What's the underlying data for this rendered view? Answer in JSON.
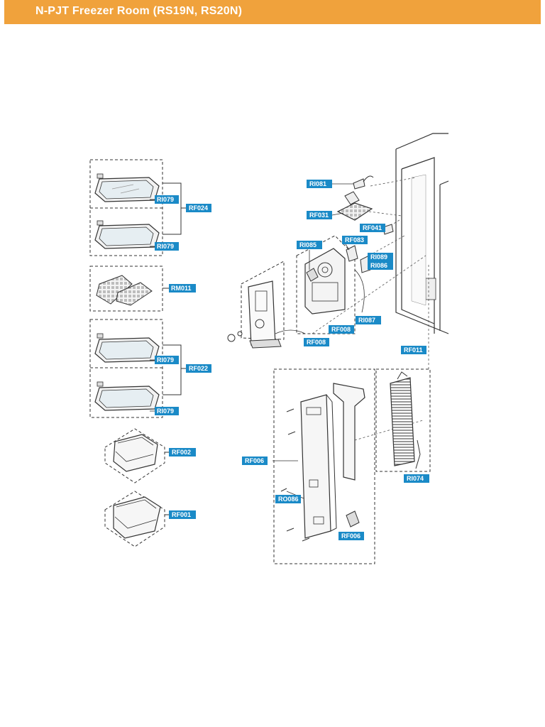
{
  "header": {
    "title": "N-PJT Freezer Room (RS19N, RS20N)",
    "background_color": "#f0a23c",
    "text_color": "#ffffff"
  },
  "labels": {
    "ri081": "RI081",
    "rf031": "RF031",
    "rf041": "RF041",
    "rf083": "RF083",
    "ri085": "RI085",
    "ri089": "RI089",
    "ri086": "RI086",
    "ri087": "RI087",
    "rf008_a": "RF008",
    "rf008_b": "RF008",
    "rf011": "RF011",
    "rf006_a": "RF006",
    "ro086": "RO086",
    "rf006_b": "RF006",
    "ri074": "RI074",
    "ri079_a": "RI079",
    "ri079_b": "RI079",
    "rf024": "RF024",
    "rm011": "RM011",
    "ri079_c": "RI079",
    "ri079_d": "RI079",
    "rf022": "RF022",
    "rf002": "RF002",
    "rf001": "RF001"
  },
  "label_color": "#1a8ac7"
}
